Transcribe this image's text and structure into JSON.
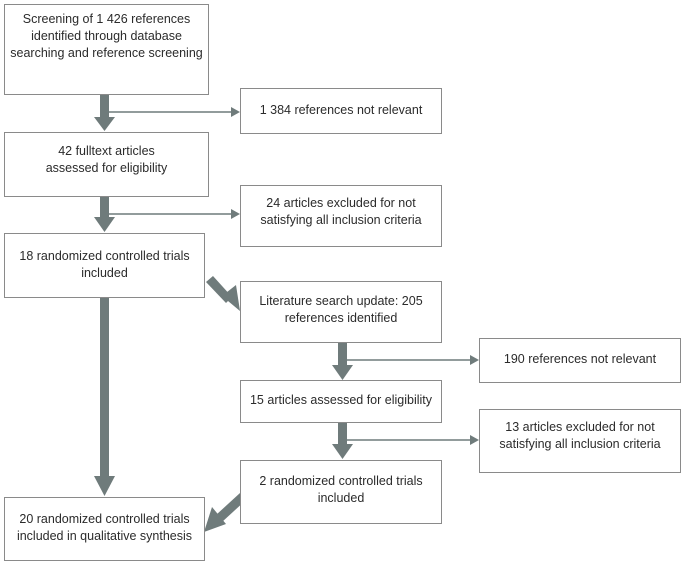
{
  "boxes": {
    "screening": [
      "Screening of 1 426 references",
      "identified through database",
      "searching and reference screening"
    ],
    "not_relevant_1": [
      "1 384 references not relevant"
    ],
    "fulltext": [
      "42 fulltext articles",
      "assessed for eligibility"
    ],
    "excluded_1": [
      "24 articles excluded for not",
      "satisfying all inclusion criteria"
    ],
    "rct_18": [
      "18 randomized controlled trials",
      "included"
    ],
    "update": [
      "Literature search update: 205",
      "references identified"
    ],
    "not_relevant_2": [
      "190 references not relevant"
    ],
    "assessed_15": [
      "15 articles assessed for eligibility"
    ],
    "excluded_2": [
      "13 articles excluded for not",
      "satisfying all inclusion criteria"
    ],
    "rct_2": [
      "2 randomized controlled trials",
      "included"
    ],
    "rct_20": [
      "20 randomized controlled trials",
      "included in qualitative synthesis"
    ]
  },
  "colors": {
    "arrow": "#6f7b7b",
    "border": "#8a8a8a",
    "text": "#2b2b2b"
  }
}
